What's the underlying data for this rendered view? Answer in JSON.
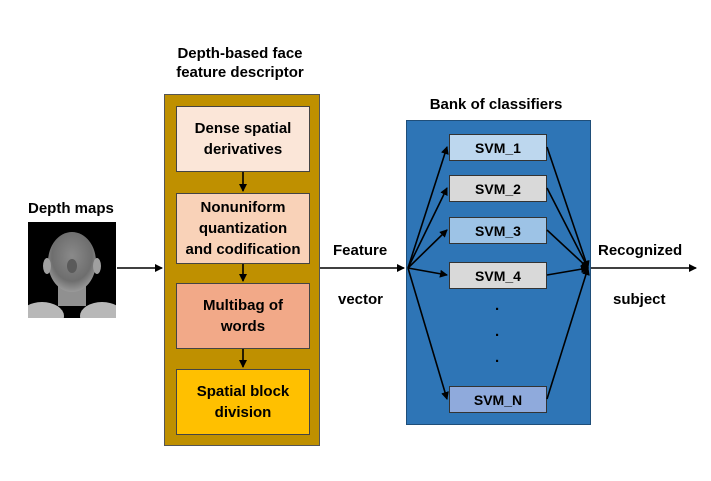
{
  "input": {
    "label": "Depth maps"
  },
  "descriptor": {
    "title_line1": "Depth-based face",
    "title_line2": "feature descriptor",
    "steps": [
      {
        "line1": "Dense spatial",
        "line2": "derivatives",
        "color": "#FBE6D8"
      },
      {
        "line1": "Nonuniform",
        "line2": "quantization",
        "line3": "and codification",
        "color": "#F9D2B8"
      },
      {
        "line1": "Multibag of",
        "line2": "words",
        "color": "#F2A988"
      },
      {
        "line1": "Spatial block",
        "line2": "division",
        "color": "#FFC000"
      }
    ],
    "frame_color": "#BF9000"
  },
  "feature_vector": {
    "line1": "Feature",
    "line2": "vector"
  },
  "classifiers": {
    "title": "Bank of classifiers",
    "panel_color": "#2E75B6",
    "svms": [
      {
        "label": "SVM_1",
        "color": "#BDD7EE"
      },
      {
        "label": "SVM_2",
        "color": "#D9D9D9"
      },
      {
        "label": "SVM_3",
        "color": "#9DC3E6"
      },
      {
        "label": "SVM_4",
        "color": "#D9D9D9"
      },
      {
        "label": "SVM_N",
        "color": "#8FAADC"
      }
    ],
    "ellipsis": ".",
    "ellipsis2": ".",
    "ellipsis3": "."
  },
  "output": {
    "line1": "Recognized",
    "line2": "subject"
  }
}
